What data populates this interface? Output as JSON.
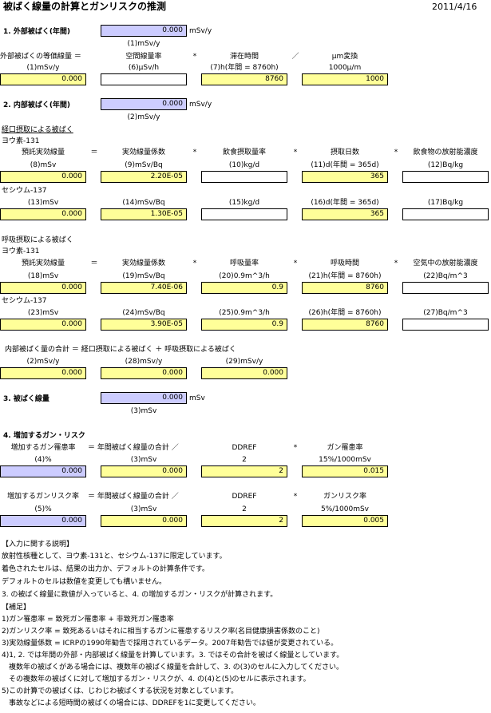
{
  "title": "被ばく線量の計算とガンリスクの推測",
  "date": "2011/4/16",
  "s1": {
    "heading": "1. 外部被ばく(年間)",
    "total": "0.000",
    "unit": "mSv/y",
    "label": "(1)mSv/y",
    "eq_lhs": "外部被ばくの等価線量 ＝",
    "eq_h1": "空間線量率",
    "op1": "*",
    "eq_h2": "滞在時間",
    "op2": "／",
    "eq_h3": "μm変換",
    "sub0": "(1)mSv/y",
    "sub1": "(6)μSv/h",
    "sub2": "(7)h(年間 = 8760h)",
    "sub3": "1000μ/m",
    "v0": "0.000",
    "v1": "",
    "v2": "8760",
    "v3": "1000"
  },
  "s2": {
    "heading": "2. 内部被ばく(年間)",
    "total": "0.000",
    "unit": "mSv/y",
    "label": "(2)mSv/y",
    "oral_title": "経口摂取による被ばく",
    "i131": "ヨウ素-131",
    "h0": "預託実効線量",
    "eq": "＝",
    "h1": "実効線量係数",
    "op1": "*",
    "h2": "飲食摂取量率",
    "op2": "*",
    "h3": "摂取日数",
    "op3": "*",
    "h4": "飲食物の放射能濃度",
    "o_i_sub": [
      "(8)mSv",
      "(9)mSv/Bq",
      "(10)kg/d",
      "(11)d(年間 = 365d)",
      "(12)Bq/kg"
    ],
    "o_i_val": [
      "0.000",
      "2.20E-05",
      "",
      "365",
      ""
    ],
    "cs137": "セシウム-137",
    "o_c_sub": [
      "(13)mSv",
      "(14)mSv/Bq",
      "(15)kg/d",
      "(16)d(年間 = 365d)",
      "(17)Bq/kg"
    ],
    "o_c_val": [
      "0.000",
      "1.30E-05",
      "",
      "365",
      ""
    ],
    "inh_title": "呼吸摂取による被ばく",
    "ih0": "預託実効線量",
    "ih1": "実効線量係数",
    "ih2": "呼吸量率",
    "ih3": "呼吸時間",
    "ih4": "空気中の放射能濃度",
    "r_i_sub": [
      "(18)mSv",
      "(19)mSv/Bq",
      "(20)0.9m^3/h",
      "(21)h(年間 = 8760h)",
      "(22)Bq/m^3"
    ],
    "r_i_val": [
      "0.000",
      "7.40E-06",
      "0.9",
      "8760",
      ""
    ],
    "r_c_sub": [
      "(23)mSv",
      "(24)mSv/Bq",
      "(25)0.9m^3/h",
      "(26)h(年間 = 8760h)",
      "(27)Bq/m^3"
    ],
    "r_c_val": [
      "0.000",
      "3.90E-05",
      "0.9",
      "8760",
      ""
    ],
    "sum_eq": "内部被ばく量の合計 ＝ 経口摂取による被ばく ＋ 呼吸摂取による被ばく",
    "sum_sub": [
      "(2)mSv/y",
      "(28)mSv/y",
      "(29)mSv/y"
    ],
    "sum_val": [
      "0.000",
      "0.000",
      "0.000"
    ]
  },
  "s3": {
    "heading": "3. 被ばく線量",
    "total": "0.000",
    "unit": "mSv",
    "label": "(3)mSv"
  },
  "s4": {
    "heading": "4. 増加するガン・リスク",
    "a_h0": "増加するガン罹患率",
    "a_eq": "＝ 年間被ばく線量の合計 ／",
    "a_h2": "DDREF",
    "a_op": "*",
    "a_h3": "ガン罹患率",
    "a_sub": [
      "(4)%",
      "(3)mSv",
      "2",
      "15%/1000mSv"
    ],
    "a_val": [
      "0.000",
      "0.000",
      "2",
      "0.015"
    ],
    "b_h0": "増加するガンリスク率",
    "b_eq": "＝ 年間被ばく線量の合計 ／",
    "b_h2": "DDREF",
    "b_op": "*",
    "b_h3": "ガンリスク率",
    "b_sub": [
      "(5)%",
      "(3)mSv",
      "2",
      "5%/1000mSv"
    ],
    "b_val": [
      "0.000",
      "0.000",
      "2",
      "0.005"
    ]
  },
  "notes": [
    "【入力に関する説明】",
    "放射性核種として、ヨウ素-131と、セシウム-137に限定しています。",
    "着色されたセルは、結果の出力か、デフォルトの計算条件です。",
    "デフォルトのセルは数値を変更しても構いません。",
    "3. の被ばく線量に数値が入っていると、4. の増加するガン・リスクが計算されます。",
    "【補足】",
    "1)ガン罹患率 = 致死ガン罹患率 + 非致死ガン罹患率",
    "2)ガンリスク率 = 致死あるいはそれに相当するガンに罹患するリスク率(名目健康損害係数のこと)",
    "3)実効線量係数 = ICRPの1990年勧告で採用されているデータ。2007年勧告では値が変更されている。",
    "4)1, 2. では年間の外部・内部被ばく線量を計算しています。3. ではその合計を被ばく線量としています。",
    "　複数年の被ばくがある場合には、複数年の被ばく線量を合計して、3. の(3)のセルに入力してください。",
    "　その複数年の被ばくに対して増加するガン・リスクが、4. の(4)と(5)のセルに表示されます。",
    "5)この計算での被ばくは、じわじわ被ばくする状況を対象としています。",
    "　事故などによる短時間の被ばくの場合には、DDREFを1に変更してください。"
  ]
}
